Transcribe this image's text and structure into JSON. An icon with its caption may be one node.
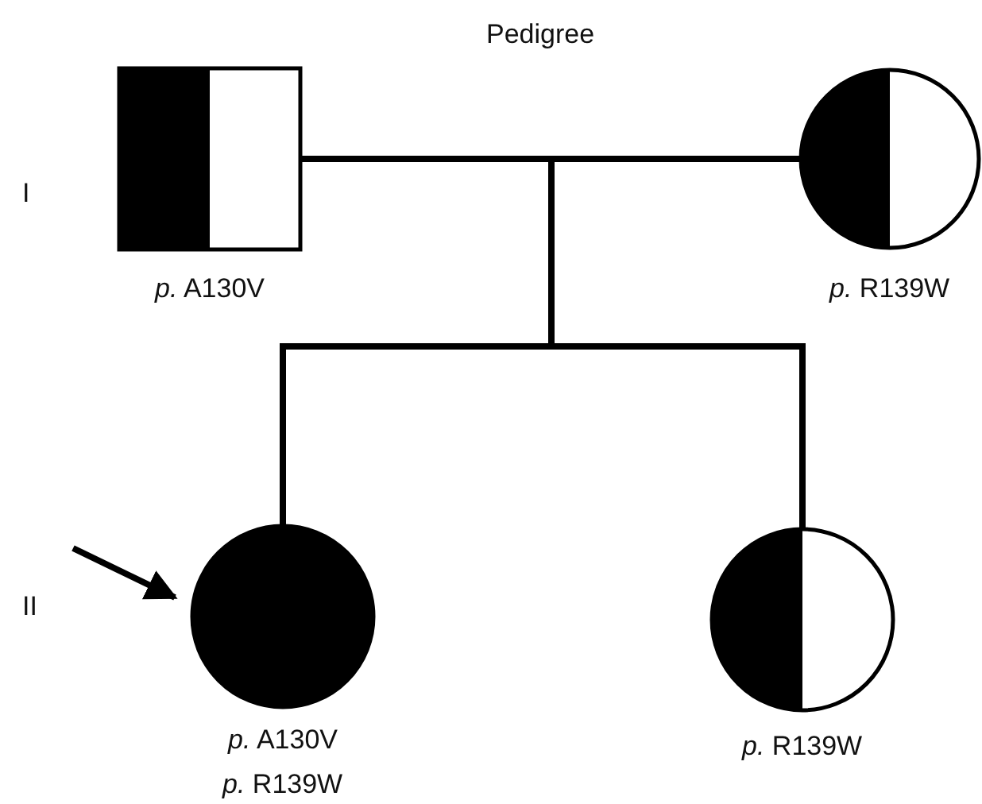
{
  "diagram": {
    "title": "Pedigree",
    "nodes": [
      {
        "text": [],
        "shape": "box",
        "beside": [
          "*p.* A130V"
        ]
      },
      {
        "text": [],
        "shape": "circle",
        "beside": [
          "*p.* R139W"
        ]
      },
      {
        "text": [],
        "shape": "circle",
        "beside": [
          "*p.* A130V",
          "*p.* R139W"
        ]
      },
      {
        "text": [],
        "shape": "circle",
        "beside": [
          "*p.* R139W"
        ]
      }
    ],
    "edges": [
      {
        "from": 0,
        "to": 1,
        "arrow": "none"
      },
      {
        "from": 0,
        "to": 2,
        "arrow": "none"
      },
      {
        "from": 0,
        "to": 3,
        "arrow": "none"
      },
      {
        "from": 1,
        "to": 2,
        "arrow": "none"
      },
      {
        "from": 1,
        "to": 3,
        "arrow": "none"
      },
      {
        "from": null,
        "to": 2,
        "arrow": "to"
      }
    ],
    "labels": [
      "I",
      "II"
    ]
  }
}
